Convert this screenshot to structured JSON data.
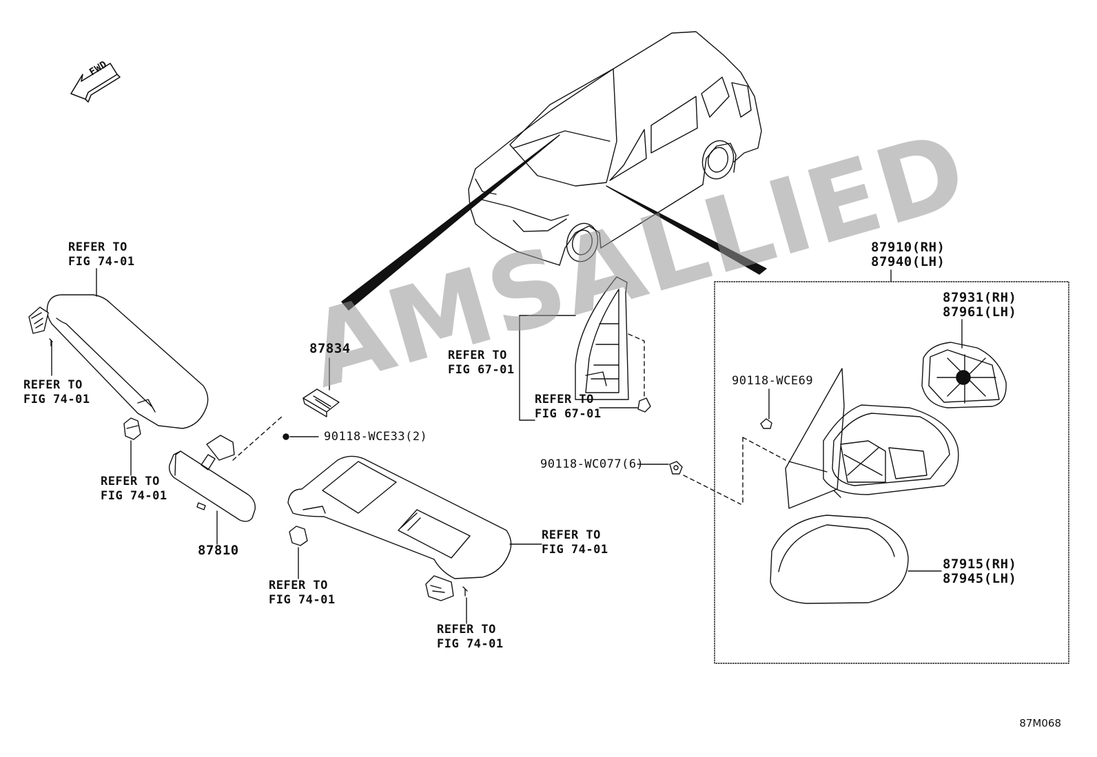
{
  "fwd_label": "FWD",
  "watermark": "AMSALLIED",
  "figure_code": "87M068",
  "labels": {
    "refer_visor_left_top": "REFER TO\nFIG 74-01",
    "refer_visor_left_mid": "REFER TO\nFIG 74-01",
    "refer_holder_left": "REFER TO\nFIG 74-01",
    "part_87810": "87810",
    "part_87834": "87834",
    "screw_wce33": "90118-WCE33(2)",
    "refer_holder_right": "REFER TO\nFIG 74-01",
    "refer_visor_right": "REFER TO\nFIG 74-01",
    "refer_visor_right_bottom": "REFER TO\nFIG 74-01",
    "refer_67_a": "REFER TO\nFIG 67-01",
    "refer_67_b": "REFER TO\nFIG 67-01",
    "mirror_assy": "87910(RH)\n87940(LH)",
    "mirror_glass": "87931(RH)\n87961(LH)",
    "screw_wce69": "90118-WCE69",
    "screw_wc077": "90118-WC077(6)",
    "mirror_cover": "87915(RH)\n87945(LH)"
  }
}
